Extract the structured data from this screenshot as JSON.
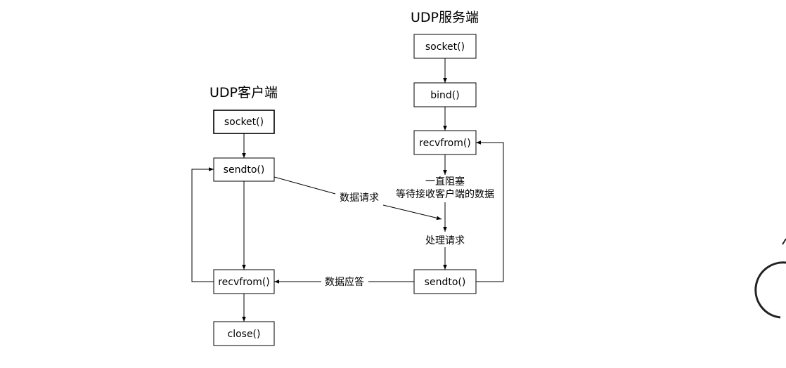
{
  "client": {
    "title": "UDP客户端",
    "socket": "socket()",
    "sendto": "sendto()",
    "recvfrom": "recvfrom()",
    "close": "close()"
  },
  "server": {
    "title": "UDP服务端",
    "socket": "socket()",
    "bind": "bind()",
    "recvfrom": "recvfrom()",
    "sendto": "sendto()"
  },
  "labels": {
    "block_line1": "一直阻塞",
    "block_line2": "等待接收客户端的数据",
    "process": "处理请求",
    "request": "数据请求",
    "response": "数据应答"
  }
}
